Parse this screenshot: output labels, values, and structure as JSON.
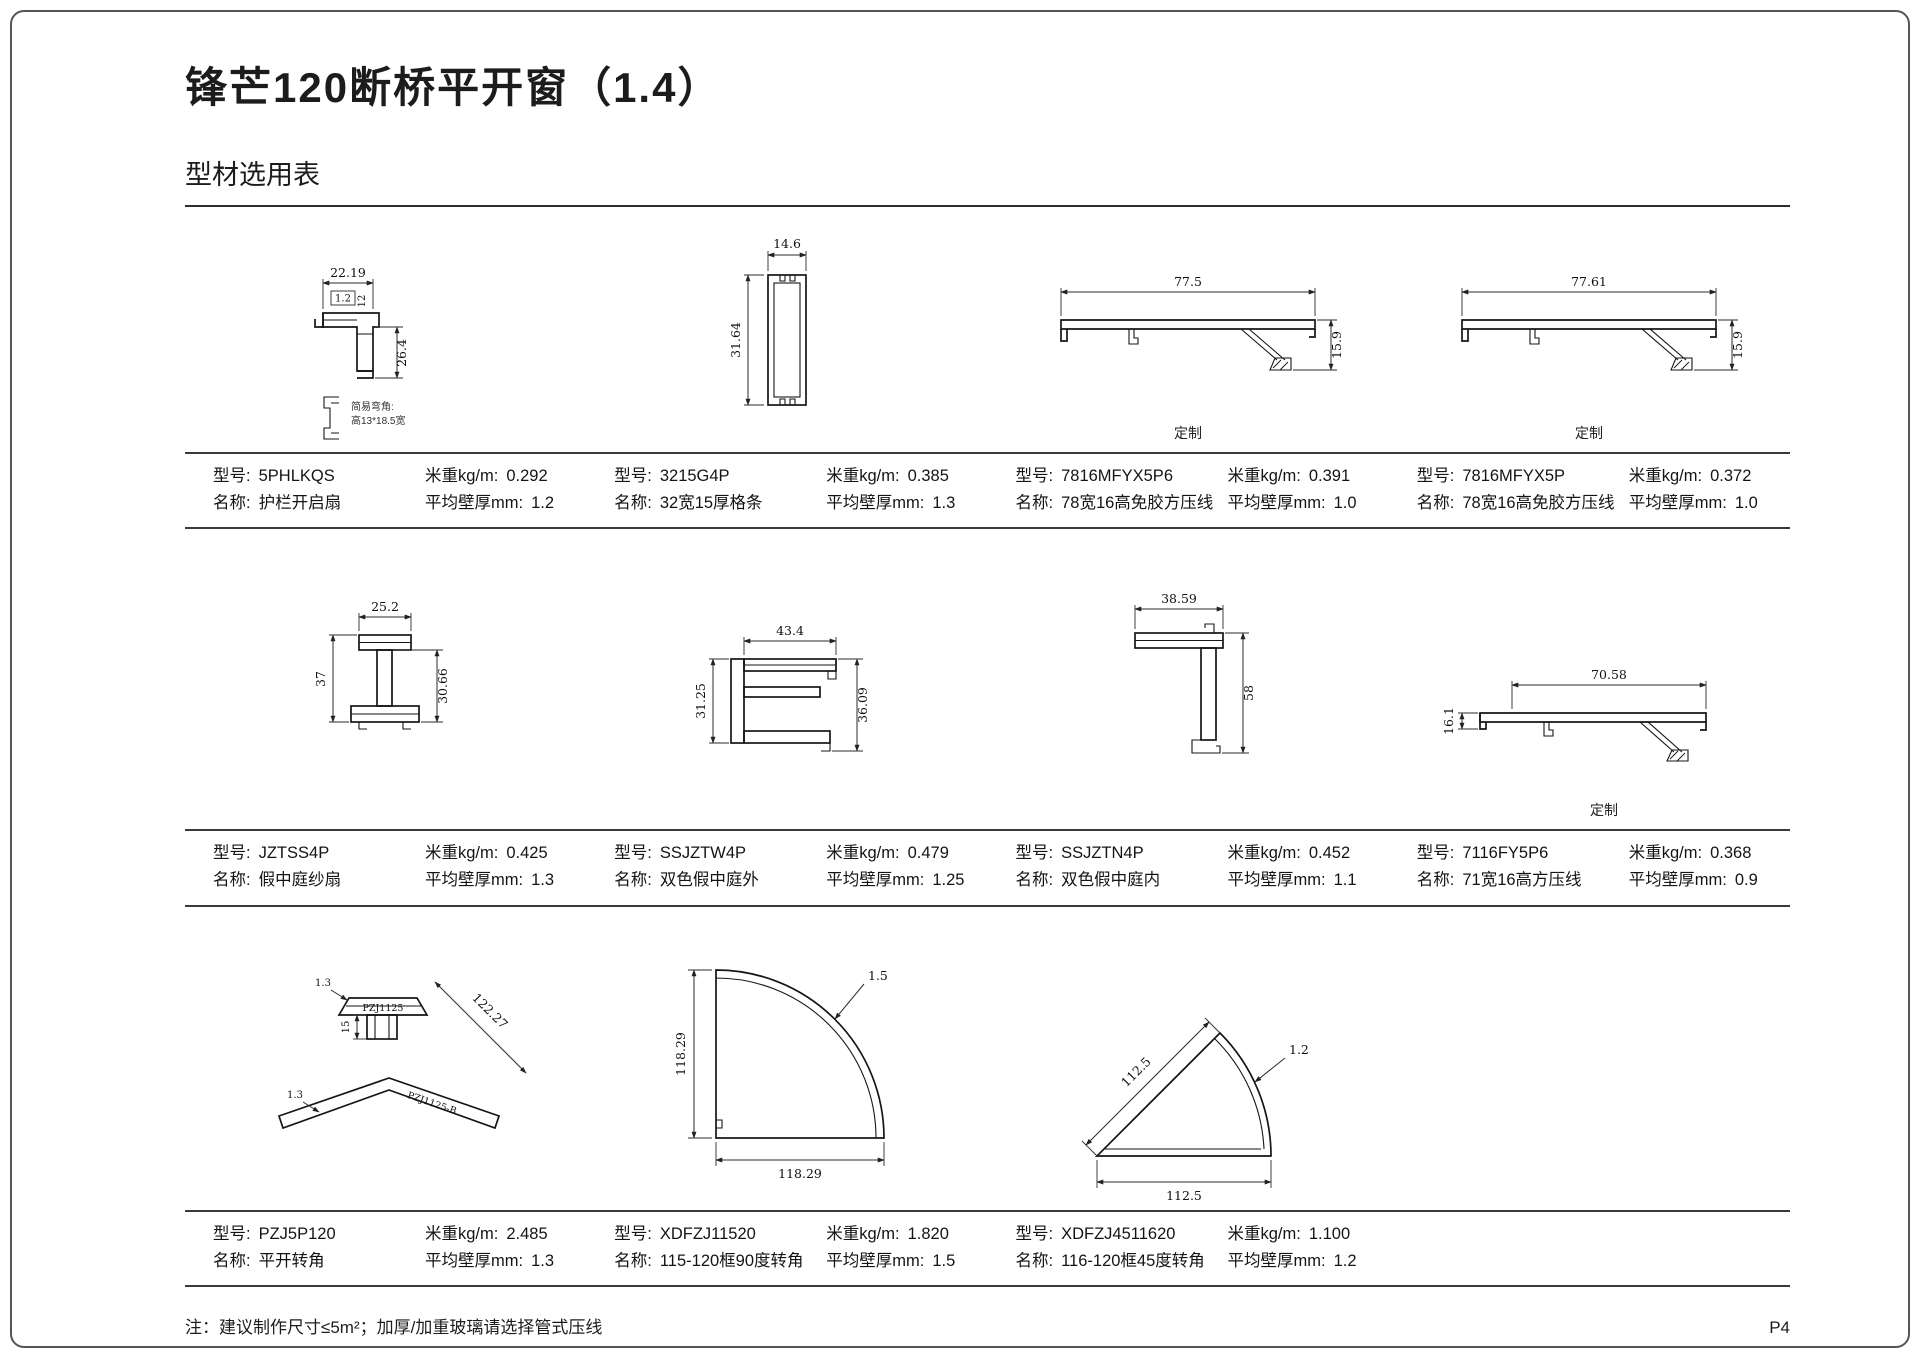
{
  "page": {
    "title": "锋芒120断桥平开窗（1.4）",
    "subtitle": "型材选用表",
    "footer_note": "注：建议制作尺寸≤5m²；加厚/加重玻璃请选择管式压线",
    "page_number": "P4"
  },
  "labels": {
    "model": "型号:",
    "name": "名称:",
    "weight": "米重kg/m:",
    "thickness": "平均壁厚mm:"
  },
  "rows": [
    {
      "items": [
        {
          "model": "5PHLKQS",
          "name": "护栏开启扇",
          "weight": "0.292",
          "thickness": "1.2",
          "dims": {
            "w": "22.19",
            "t": "1.2",
            "t2": "12",
            "h": "26.4"
          },
          "note1": "简易弯角:",
          "note2": "高13*18.5宽"
        },
        {
          "model": "3215G4P",
          "name": "32宽15厚格条",
          "weight": "0.385",
          "thickness": "1.3",
          "dims": {
            "w": "14.6",
            "h": "31.64"
          }
        },
        {
          "model": "7816MFYX5P6",
          "name": "78宽16高免胶方压线",
          "weight": "0.391",
          "thickness": "1.0",
          "dims": {
            "w": "77.5",
            "h": "15.9"
          },
          "tag": "定制"
        },
        {
          "model": "7816MFYX5P",
          "name": "78宽16高免胶方压线",
          "weight": "0.372",
          "thickness": "1.0",
          "dims": {
            "w": "77.61",
            "h": "15.9"
          },
          "tag": "定制"
        }
      ]
    },
    {
      "items": [
        {
          "model": "JZTSS4P",
          "name": "假中庭纱扇",
          "weight": "0.425",
          "thickness": "1.3",
          "dims": {
            "w": "25.2",
            "hl": "37",
            "hr": "30.66"
          }
        },
        {
          "model": "SSJZTW4P",
          "name": "双色假中庭外",
          "weight": "0.479",
          "thickness": "1.25",
          "dims": {
            "w": "43.4",
            "hl": "31.25",
            "hr": "36.09"
          }
        },
        {
          "model": "SSJZTN4P",
          "name": "双色假中庭内",
          "weight": "0.452",
          "thickness": "1.1",
          "dims": {
            "w": "38.59",
            "hr": "58"
          }
        },
        {
          "model": "7116FY5P6",
          "name": "71宽16高方压线",
          "weight": "0.368",
          "thickness": "0.9",
          "dims": {
            "w": "70.58",
            "hl": "16.1"
          },
          "tag": "定制"
        }
      ]
    },
    {
      "items": [
        {
          "model": "PZJ5P120",
          "name": "平开转角",
          "weight": "2.485",
          "thickness": "1.3",
          "dims": {
            "t_top": "1.3",
            "diag": "122.27",
            "mid": "15",
            "t_bot": "1.3"
          },
          "part_top": "PZJ1125",
          "part_bot": "PZJ1125-B"
        },
        {
          "model": "XDFZJ11520",
          "name": "115-120框90度转角",
          "weight": "1.820",
          "thickness": "1.5",
          "dims": {
            "h": "118.29",
            "w": "118.29",
            "t": "1.5"
          }
        },
        {
          "model": "XDFZJ4511620",
          "name": "116-120框45度转角",
          "weight": "1.100",
          "thickness": "1.2",
          "dims": {
            "d": "112.5",
            "w": "112.5",
            "t": "1.2"
          }
        }
      ]
    }
  ]
}
